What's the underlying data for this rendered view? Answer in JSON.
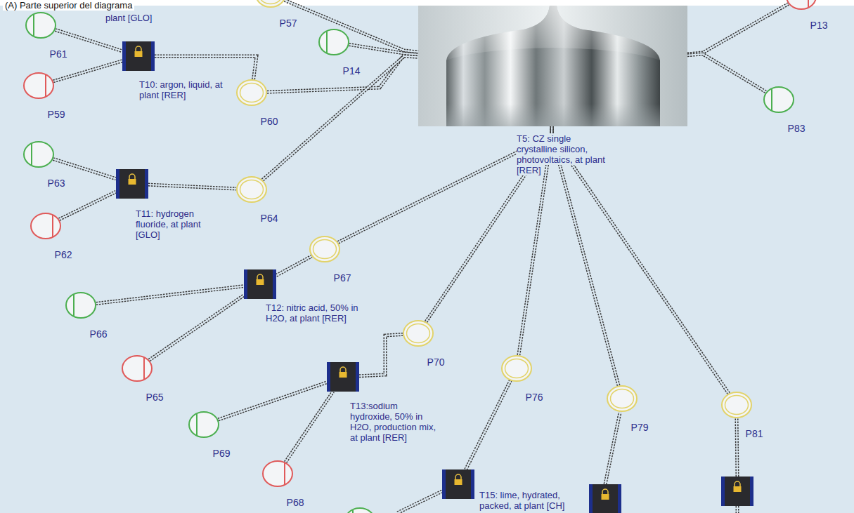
{
  "diagram": {
    "title": "(A) Parte superior del diagrama",
    "nodes": [
      {
        "text": [
          "P61"
        ]
      },
      {
        "text": [
          "P57"
        ]
      },
      {
        "text": [
          "P13"
        ]
      },
      {
        "text": [
          "P14"
        ]
      },
      {
        "text": [
          "T10: argon, liquid, at plant [RER]"
        ]
      },
      {
        "text": [
          "P59"
        ]
      },
      {
        "text": [
          "P60"
        ]
      },
      {
        "text": [
          "P83"
        ]
      },
      {
        "text": [
          "T5: CZ single crystalline silicon, photovoltaics, at plant [RER]"
        ]
      },
      {
        "text": [
          "P63"
        ]
      },
      {
        "text": [
          "T11: hydrogen fluoride, at plant [GLO]"
        ]
      },
      {
        "text": [
          "P64"
        ]
      },
      {
        "text": [
          "P62"
        ]
      },
      {
        "text": [
          "P67"
        ]
      },
      {
        "text": [
          "T12: nitric acid, 50% in H2O, at plant [RER]"
        ]
      },
      {
        "text": [
          "P66"
        ]
      },
      {
        "text": [
          "P70"
        ]
      },
      {
        "text": [
          "P65"
        ]
      },
      {
        "text": [
          "T13:sodium hydroxide, 50% in H2O, production mix, at plant [RER]"
        ]
      },
      {
        "text": [
          "P76"
        ]
      },
      {
        "text": [
          "P79"
        ]
      },
      {
        "text": [
          "P81"
        ]
      },
      {
        "text": [
          "P69"
        ]
      },
      {
        "text": [
          "P68"
        ]
      },
      {
        "text": [
          "T15: lime, hydrated, packed, at plant [CH]"
        ]
      }
    ],
    "edges": [
      {
        "from": 0,
        "to": 4,
        "arrow": "none"
      },
      {
        "from": 5,
        "to": 4,
        "arrow": "none"
      },
      {
        "from": 4,
        "to": 6,
        "arrow": "none"
      },
      {
        "from": 6,
        "to": 8,
        "arrow": "none"
      },
      {
        "from": 3,
        "to": 8,
        "arrow": "none"
      },
      {
        "from": 1,
        "to": 8,
        "arrow": "none"
      },
      {
        "from": 9,
        "to": 10,
        "arrow": "none"
      },
      {
        "from": 12,
        "to": 10,
        "arrow": "none"
      },
      {
        "from": 10,
        "to": 11,
        "arrow": "none"
      },
      {
        "from": 11,
        "to": 8,
        "arrow": "none"
      },
      {
        "from": 8,
        "to": 2,
        "arrow": "none"
      },
      {
        "from": 8,
        "to": 7,
        "arrow": "none"
      },
      {
        "from": 15,
        "to": 14,
        "arrow": "none"
      },
      {
        "from": 17,
        "to": 14,
        "arrow": "none"
      },
      {
        "from": 14,
        "to": 13,
        "arrow": "none"
      },
      {
        "from": 13,
        "to": 8,
        "arrow": "none"
      },
      {
        "from": 22,
        "to": 18,
        "arrow": "none"
      },
      {
        "from": 23,
        "to": 18,
        "arrow": "none"
      },
      {
        "from": 18,
        "to": 16,
        "arrow": "none"
      },
      {
        "from": 16,
        "to": 8,
        "arrow": "none"
      },
      {
        "from": 24,
        "to": 19,
        "arrow": "none"
      },
      {
        "from": 19,
        "to": 8,
        "arrow": "none"
      },
      {
        "from": 20,
        "to": 8,
        "arrow": "none"
      },
      {
        "from": 21,
        "to": 8,
        "arrow": "none"
      }
    ],
    "labels": [
      "plant [GLO]"
    ]
  }
}
